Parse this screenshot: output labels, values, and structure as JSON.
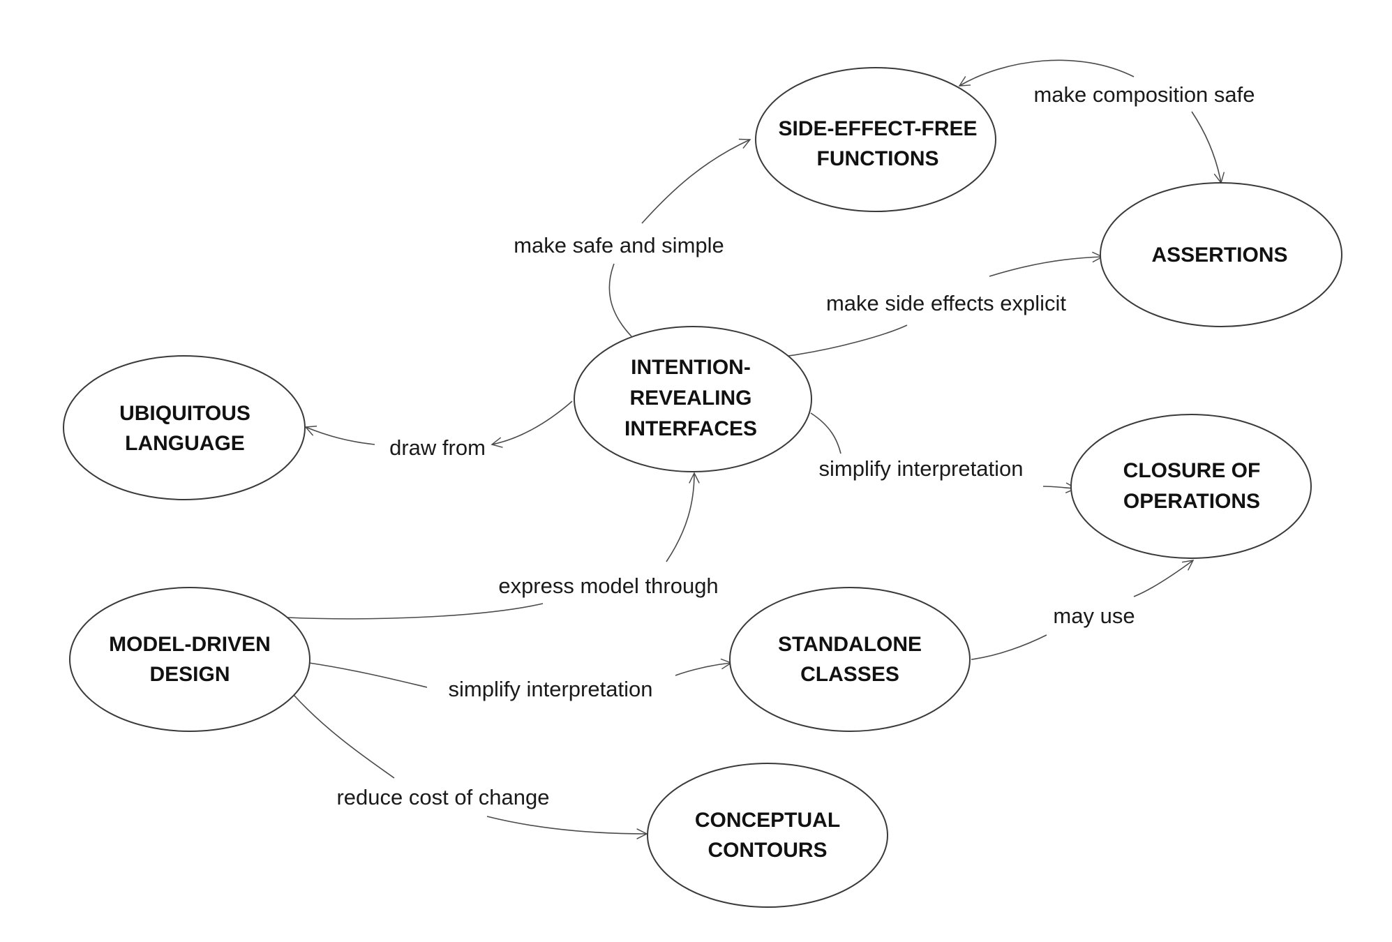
{
  "nodes": {
    "side_effect_free": {
      "line1": "SIDE-EFFECT-FREE",
      "line2": "FUNCTIONS"
    },
    "assertions": {
      "line1": "ASSERTIONS"
    },
    "intention_revealing": {
      "line1": "INTENTION-",
      "line2": "REVEALING",
      "line3": "INTERFACES"
    },
    "ubiquitous_language": {
      "line1": "UBIQUITOUS",
      "line2": "LANGUAGE"
    },
    "closure_of_operations": {
      "line1": "CLOSURE OF",
      "line2": "OPERATIONS"
    },
    "model_driven_design": {
      "line1": "MODEL-DRIVEN",
      "line2": "DESIGN"
    },
    "standalone_classes": {
      "line1": "STANDALONE",
      "line2": "CLASSES"
    },
    "conceptual_contours": {
      "line1": "CONCEPTUAL",
      "line2": "CONTOURS"
    }
  },
  "edges": {
    "make_composition_safe": "make composition safe",
    "make_safe_and_simple": "make safe and simple",
    "make_side_effects_explicit": "make side effects explicit",
    "draw_from": "draw from",
    "simplify_interpretation_closure": "simplify interpretation",
    "express_model_through": "express model through",
    "may_use": "may use",
    "simplify_interpretation_standalone": "simplify interpretation",
    "reduce_cost_of_change": "reduce cost of change"
  },
  "colors": {
    "stroke": "#3a3a3a",
    "text": "#111111",
    "background": "#ffffff"
  }
}
